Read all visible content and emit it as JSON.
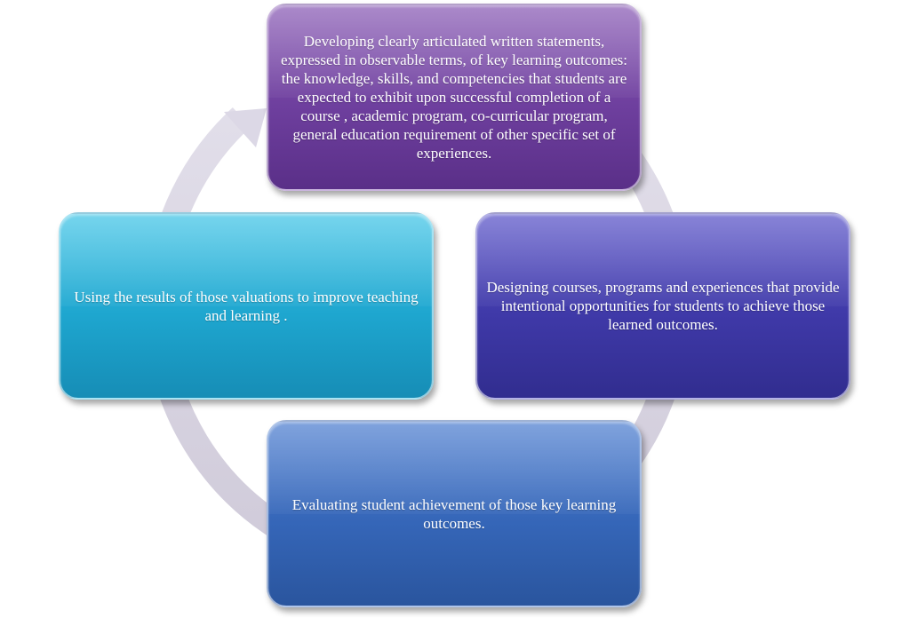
{
  "diagram": {
    "type": "cycle",
    "steps": [
      {
        "text": "Developing clearly articulated written statements, expressed in observable terms, of key learning outcomes: the knowledge, skills, and competencies that students are expected to exhibit upon successful completion of a course , academic program, co-curricular program, general education requirement of other specific set of experiences.",
        "color": "#6e3f9e"
      },
      {
        "text": "Designing courses,  programs and experiences that provide intentional opportunities for students to achieve those learned outcomes.",
        "color": "#3f39a8"
      },
      {
        "text": "Evaluating student  achievement of those key learning outcomes.",
        "color": "#3566b8"
      },
      {
        "text": "Using the results of those valuations to improve teaching and learning .",
        "color": "#1ea6cf"
      }
    ],
    "arrow_color": "#dcd8e6"
  }
}
